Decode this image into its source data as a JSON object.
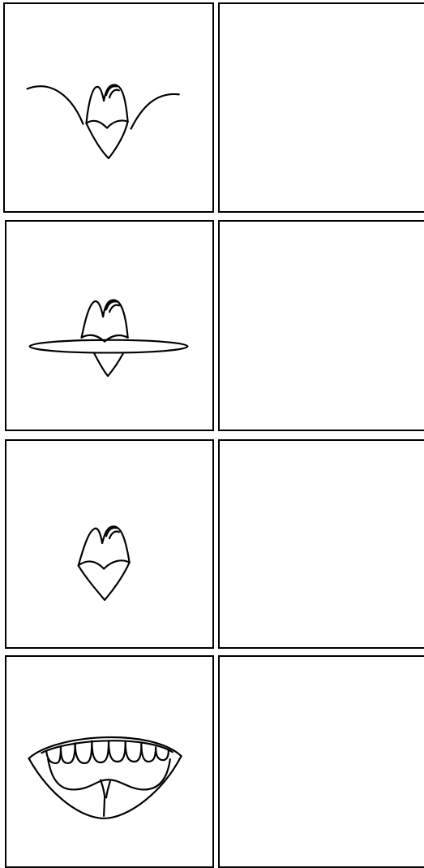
{
  "grid": {
    "rows": 4,
    "columns": 2,
    "cells": [
      {
        "left": {
          "illustration": "mouth-with-wings-drawing"
        },
        "right": {
          "content": ""
        }
      },
      {
        "left": {
          "illustration": "mouth-with-disc-drawing"
        },
        "right": {
          "content": ""
        }
      },
      {
        "left": {
          "illustration": "mouth-drawing"
        },
        "right": {
          "content": ""
        }
      },
      {
        "left": {
          "illustration": "open-mouth-teeth-drawing"
        },
        "right": {
          "content": ""
        }
      }
    ]
  },
  "colors": {
    "line": "#000000",
    "background": "#ffffff"
  }
}
